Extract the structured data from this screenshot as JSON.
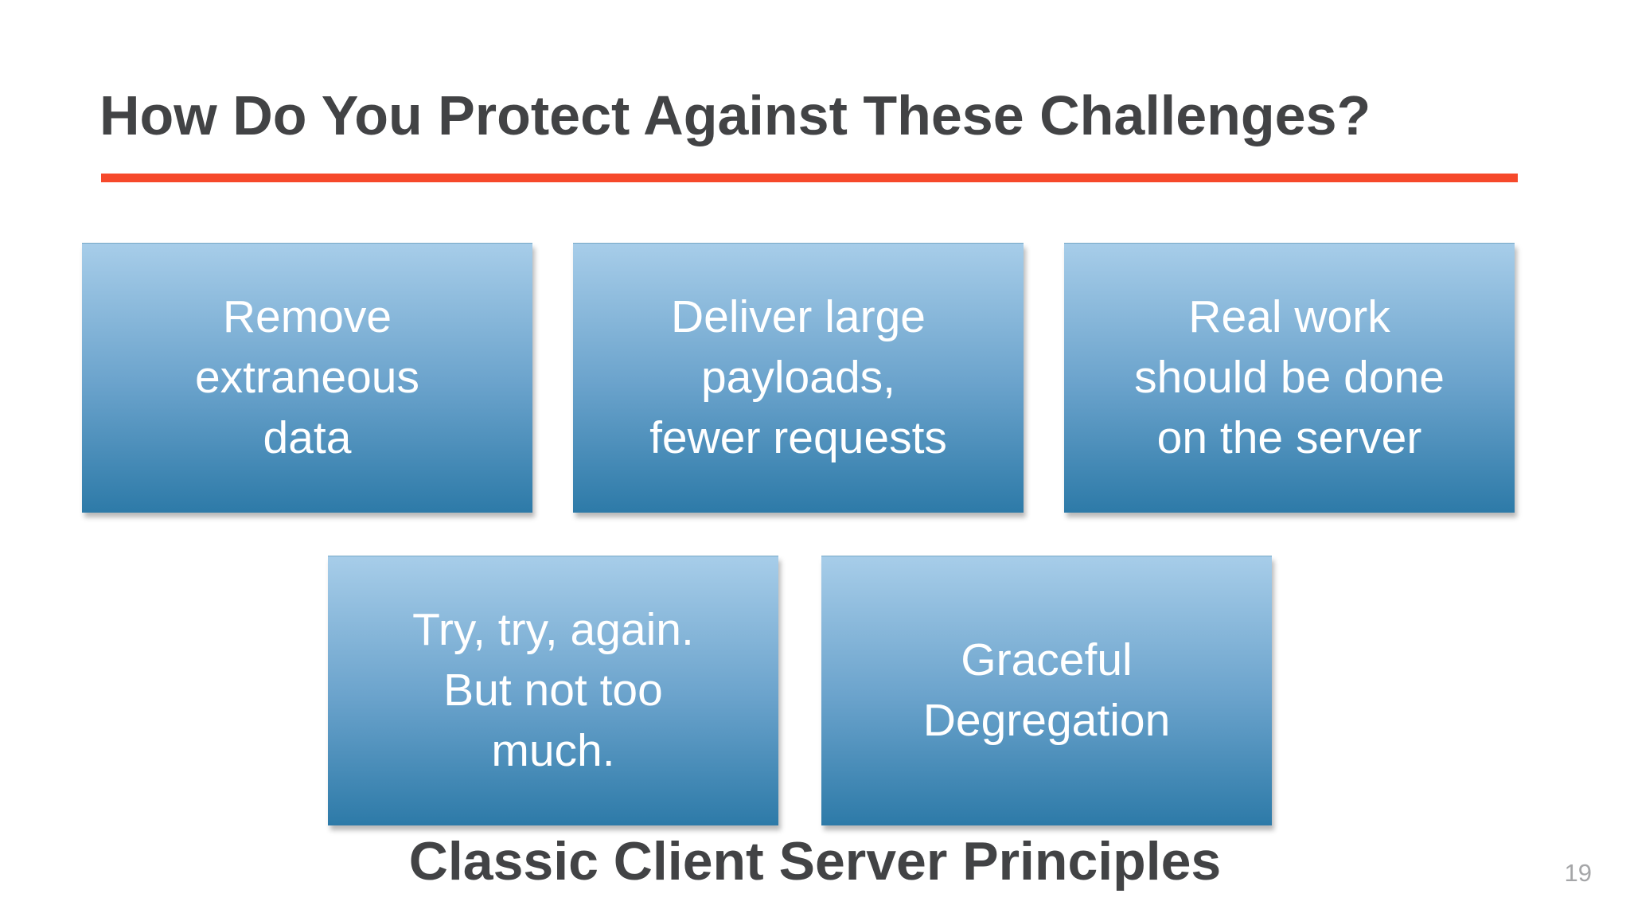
{
  "slide": {
    "title": "How Do You Protect Against These Challenges?",
    "caption": "Classic Client Server Principles",
    "page_number": "19",
    "accent_color": "#f6492b",
    "box_gradient_top": "#a7cde9",
    "box_gradient_bottom": "#2d7aa8",
    "boxes": [
      {
        "label": "Remove extraneous data",
        "lines": [
          "Remove",
          "extraneous",
          "data"
        ]
      },
      {
        "label": "Deliver large payloads, fewer requests",
        "lines": [
          "Deliver large",
          "payloads,",
          "fewer requests"
        ]
      },
      {
        "label": "Real work should be done on the server",
        "lines": [
          "Real work",
          "should be done",
          "on the server"
        ]
      },
      {
        "label": "Try, try, again. But not too much.",
        "lines": [
          "Try, try, again.",
          "But not too",
          "much."
        ]
      },
      {
        "label": "Graceful Degregation",
        "lines": [
          "Graceful",
          "Degregation"
        ]
      }
    ]
  }
}
